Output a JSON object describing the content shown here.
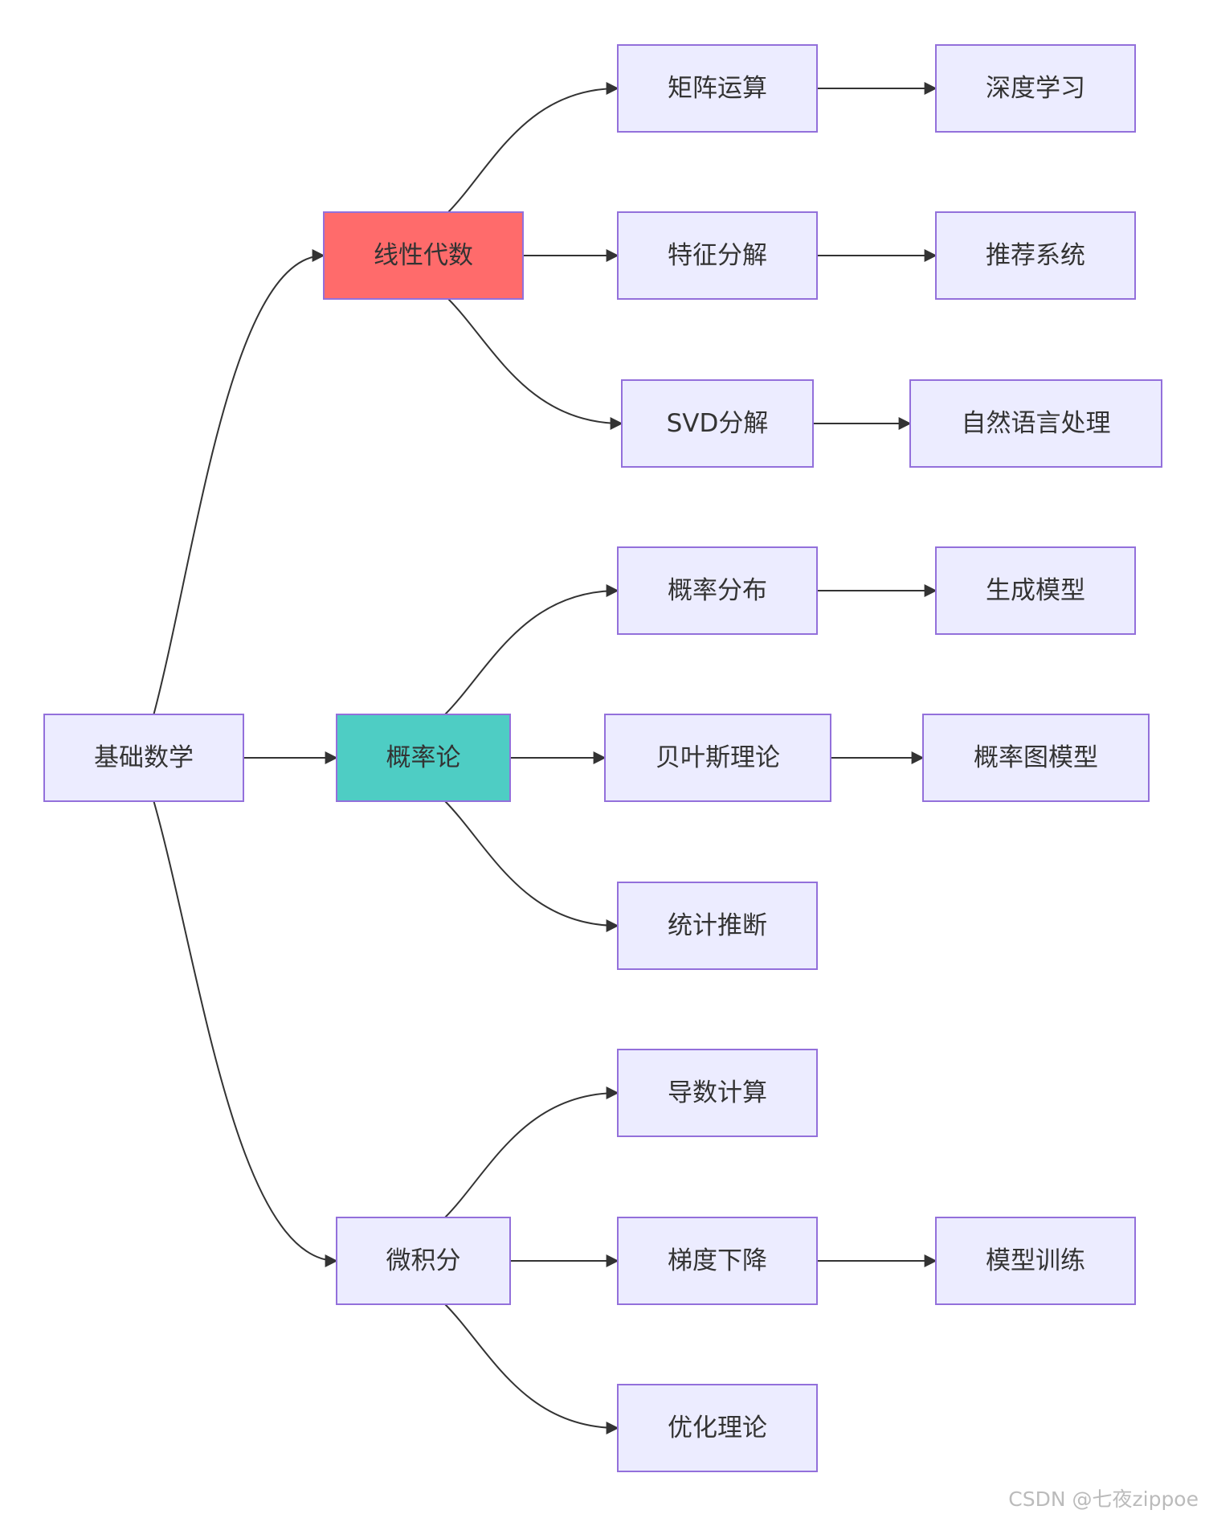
{
  "diagram": {
    "type": "flowchart",
    "direction": "left-to-right",
    "default_node_fill": "#ececff",
    "node_border_color": "#9370db",
    "edge_color": "#333333",
    "nodes": [
      {
        "id": "root",
        "label": "基础数学"
      },
      {
        "id": "linalg",
        "label": "线性代数",
        "fill": "#ff6b6b"
      },
      {
        "id": "prob",
        "label": "概率论",
        "fill": "#4ecdc4"
      },
      {
        "id": "calc",
        "label": "微积分"
      },
      {
        "id": "matrix_ops",
        "label": "矩阵运算"
      },
      {
        "id": "eigen",
        "label": "特征分解"
      },
      {
        "id": "svd",
        "label": "SVD分解"
      },
      {
        "id": "distribution",
        "label": "概率分布"
      },
      {
        "id": "bayes",
        "label": "贝叶斯理论"
      },
      {
        "id": "stat_inference",
        "label": "统计推断"
      },
      {
        "id": "derivative",
        "label": "导数计算"
      },
      {
        "id": "grad_descent",
        "label": "梯度下降"
      },
      {
        "id": "optimization",
        "label": "优化理论"
      },
      {
        "id": "deep_learning",
        "label": "深度学习"
      },
      {
        "id": "recsys",
        "label": "推荐系统"
      },
      {
        "id": "nlp",
        "label": "自然语言处理"
      },
      {
        "id": "generative",
        "label": "生成模型"
      },
      {
        "id": "pgm",
        "label": "概率图模型"
      },
      {
        "id": "model_training",
        "label": "模型训练"
      }
    ],
    "edges": [
      {
        "from": "root",
        "to": "linalg"
      },
      {
        "from": "root",
        "to": "prob"
      },
      {
        "from": "root",
        "to": "calc"
      },
      {
        "from": "linalg",
        "to": "matrix_ops"
      },
      {
        "from": "linalg",
        "to": "eigen"
      },
      {
        "from": "linalg",
        "to": "svd"
      },
      {
        "from": "prob",
        "to": "distribution"
      },
      {
        "from": "prob",
        "to": "bayes"
      },
      {
        "from": "prob",
        "to": "stat_inference"
      },
      {
        "from": "calc",
        "to": "derivative"
      },
      {
        "from": "calc",
        "to": "grad_descent"
      },
      {
        "from": "calc",
        "to": "optimization"
      },
      {
        "from": "matrix_ops",
        "to": "deep_learning"
      },
      {
        "from": "eigen",
        "to": "recsys"
      },
      {
        "from": "svd",
        "to": "nlp"
      },
      {
        "from": "distribution",
        "to": "generative"
      },
      {
        "from": "bayes",
        "to": "pgm"
      },
      {
        "from": "grad_descent",
        "to": "model_training"
      }
    ]
  },
  "watermark": "CSDN @七夜zippoe"
}
